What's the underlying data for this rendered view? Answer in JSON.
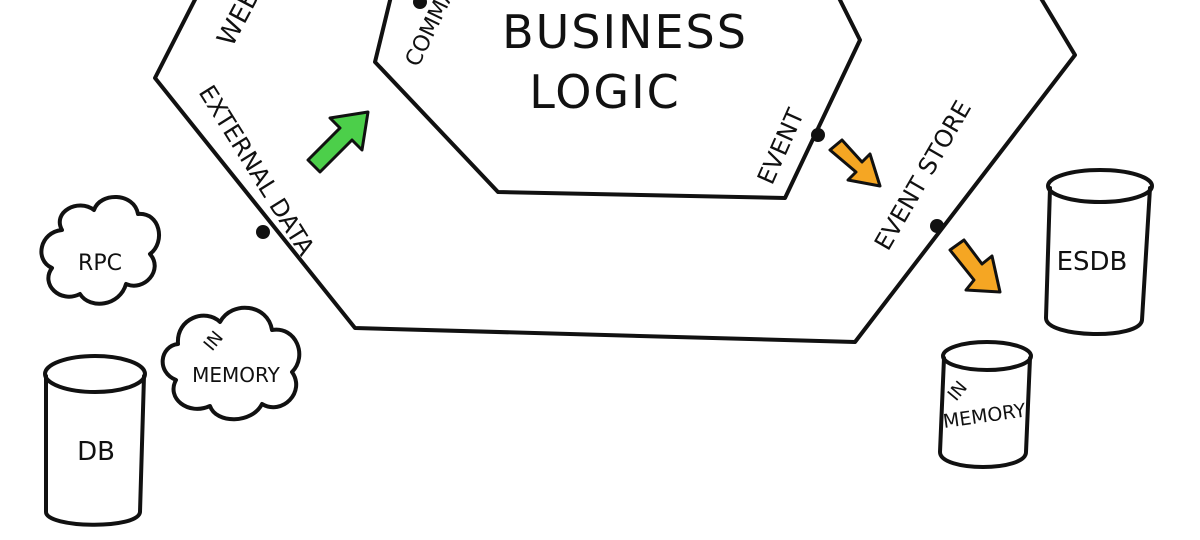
{
  "colors": {
    "outer_hexagon": "#FF4545",
    "inner_hexagon": "#FBE74A",
    "green_arrow": "#4CCF4A",
    "orange_arrow": "#F5A623",
    "ink": "#111111"
  },
  "core": {
    "title_line1": "BUSINESS",
    "title_line2": "LOGIC"
  },
  "ports": {
    "web_label": "WEB",
    "command_label": "COMMA",
    "external_data_label": "EXTERNAL DATA",
    "event_label": "EVENT",
    "event_store_label": "EVENT STORE"
  },
  "adapters": {
    "rpc_cloud": "RPC",
    "in_memory_cloud_line1": "IN",
    "in_memory_cloud_line2": "MEMORY",
    "db_cylinder": "DB",
    "esdb_cylinder": "ESDB",
    "in_memory_cylinder_line1": "IN",
    "in_memory_cylinder_line2": "MEMORY"
  }
}
